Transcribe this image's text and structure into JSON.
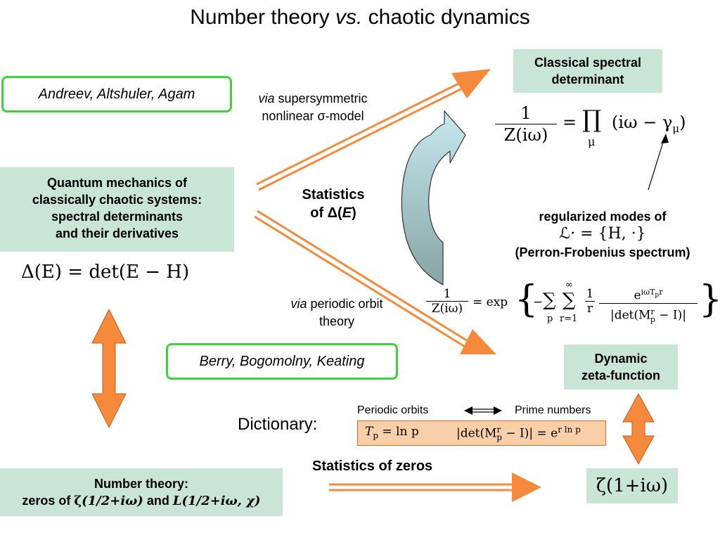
{
  "title": {
    "part1": "Number theory ",
    "vs": "vs.",
    "part2": " chaotic dynamics"
  },
  "authors_top": "Andreev, Altshuler, Agam",
  "authors_bottom": "Berry, Bogomolny, Keating",
  "quantum_box": {
    "line1": "Quantum mechanics of",
    "line2": "classically chaotic systems:",
    "line3": "spectral determinants",
    "line4": "and their derivatives"
  },
  "delta_formula": "Δ(E) = det(E − H)",
  "via_top": {
    "via": "via",
    "rest1": " supersymmetric",
    "line2": "nonlinear σ-model"
  },
  "statistics_delta": {
    "line1": "Statistics",
    "line2_prefix": "of Δ(",
    "E": "E",
    "line2_suffix": ")"
  },
  "classical_box": {
    "line1": "Classical spectral",
    "line2": "determinant"
  },
  "classical_formula": {
    "lhs_num": "1",
    "lhs_den": "Z(iω)",
    "eq": "=",
    "prod": "∏",
    "sub": "μ",
    "rhs": "(iω − γ",
    "rhs_sub": "μ",
    "close": ")"
  },
  "regularized": {
    "line1": "regularized modes of",
    "formula": "ℒ· = {H, ·}",
    "line3": "(Perron-Frobenius spectrum)"
  },
  "via_bottom": {
    "via": "via",
    "rest1": " periodic orbit",
    "line2": "theory"
  },
  "zeta_formula": {
    "lhs_num": "1",
    "lhs_den": "Z(iω)",
    "eq": "= exp",
    "sum_p": "∑",
    "sub_p": "p",
    "sum_r": "∑",
    "sup_r": "∞",
    "sub_r": "r=1",
    "frac_num": "1",
    "frac_den": "r",
    "exp_num": "e",
    "exp_sup": "iωT",
    "exp_sup2": "p",
    "exp_sup3": "r",
    "det": "det(M",
    "det_sup": "r",
    "det_sub": "p",
    "det_rest": " − I)"
  },
  "dynamic_box": {
    "line1": "Dynamic",
    "line2": "zeta-function"
  },
  "dictionary_label": "Dictionary:",
  "periodic_orbits": "Periodic orbits",
  "prime_numbers": "Prime numbers",
  "dict_formula1": "T",
  "dict_formula1_sub": "p",
  "dict_formula1_rest": " = ln p",
  "dict_formula2": "|det(M",
  "dict_formula2_sup": "r",
  "dict_formula2_sub": "p",
  "dict_formula2_rest": " − I)| = e",
  "dict_formula2_exp": "r ln p",
  "statistics_zeros": "Statistics of zeros",
  "number_box": {
    "line1": "Number theory:",
    "line2_prefix": "zeros of ",
    "zeta": "ζ",
    "arg1": "(1/2+iω)",
    "and": " and ",
    "L": "L",
    "arg2": "(1/2+iω, χ)"
  },
  "zeta_one": "ζ(1+iω)",
  "colors": {
    "green_border": "#3bd43b",
    "teal_box": "#c9e5d6",
    "orange": "#f58a3c",
    "peach": "#f9cfa9",
    "arrow_blue_top": "#bfe2ea",
    "arrow_blue_bottom": "#8fa9aa"
  }
}
